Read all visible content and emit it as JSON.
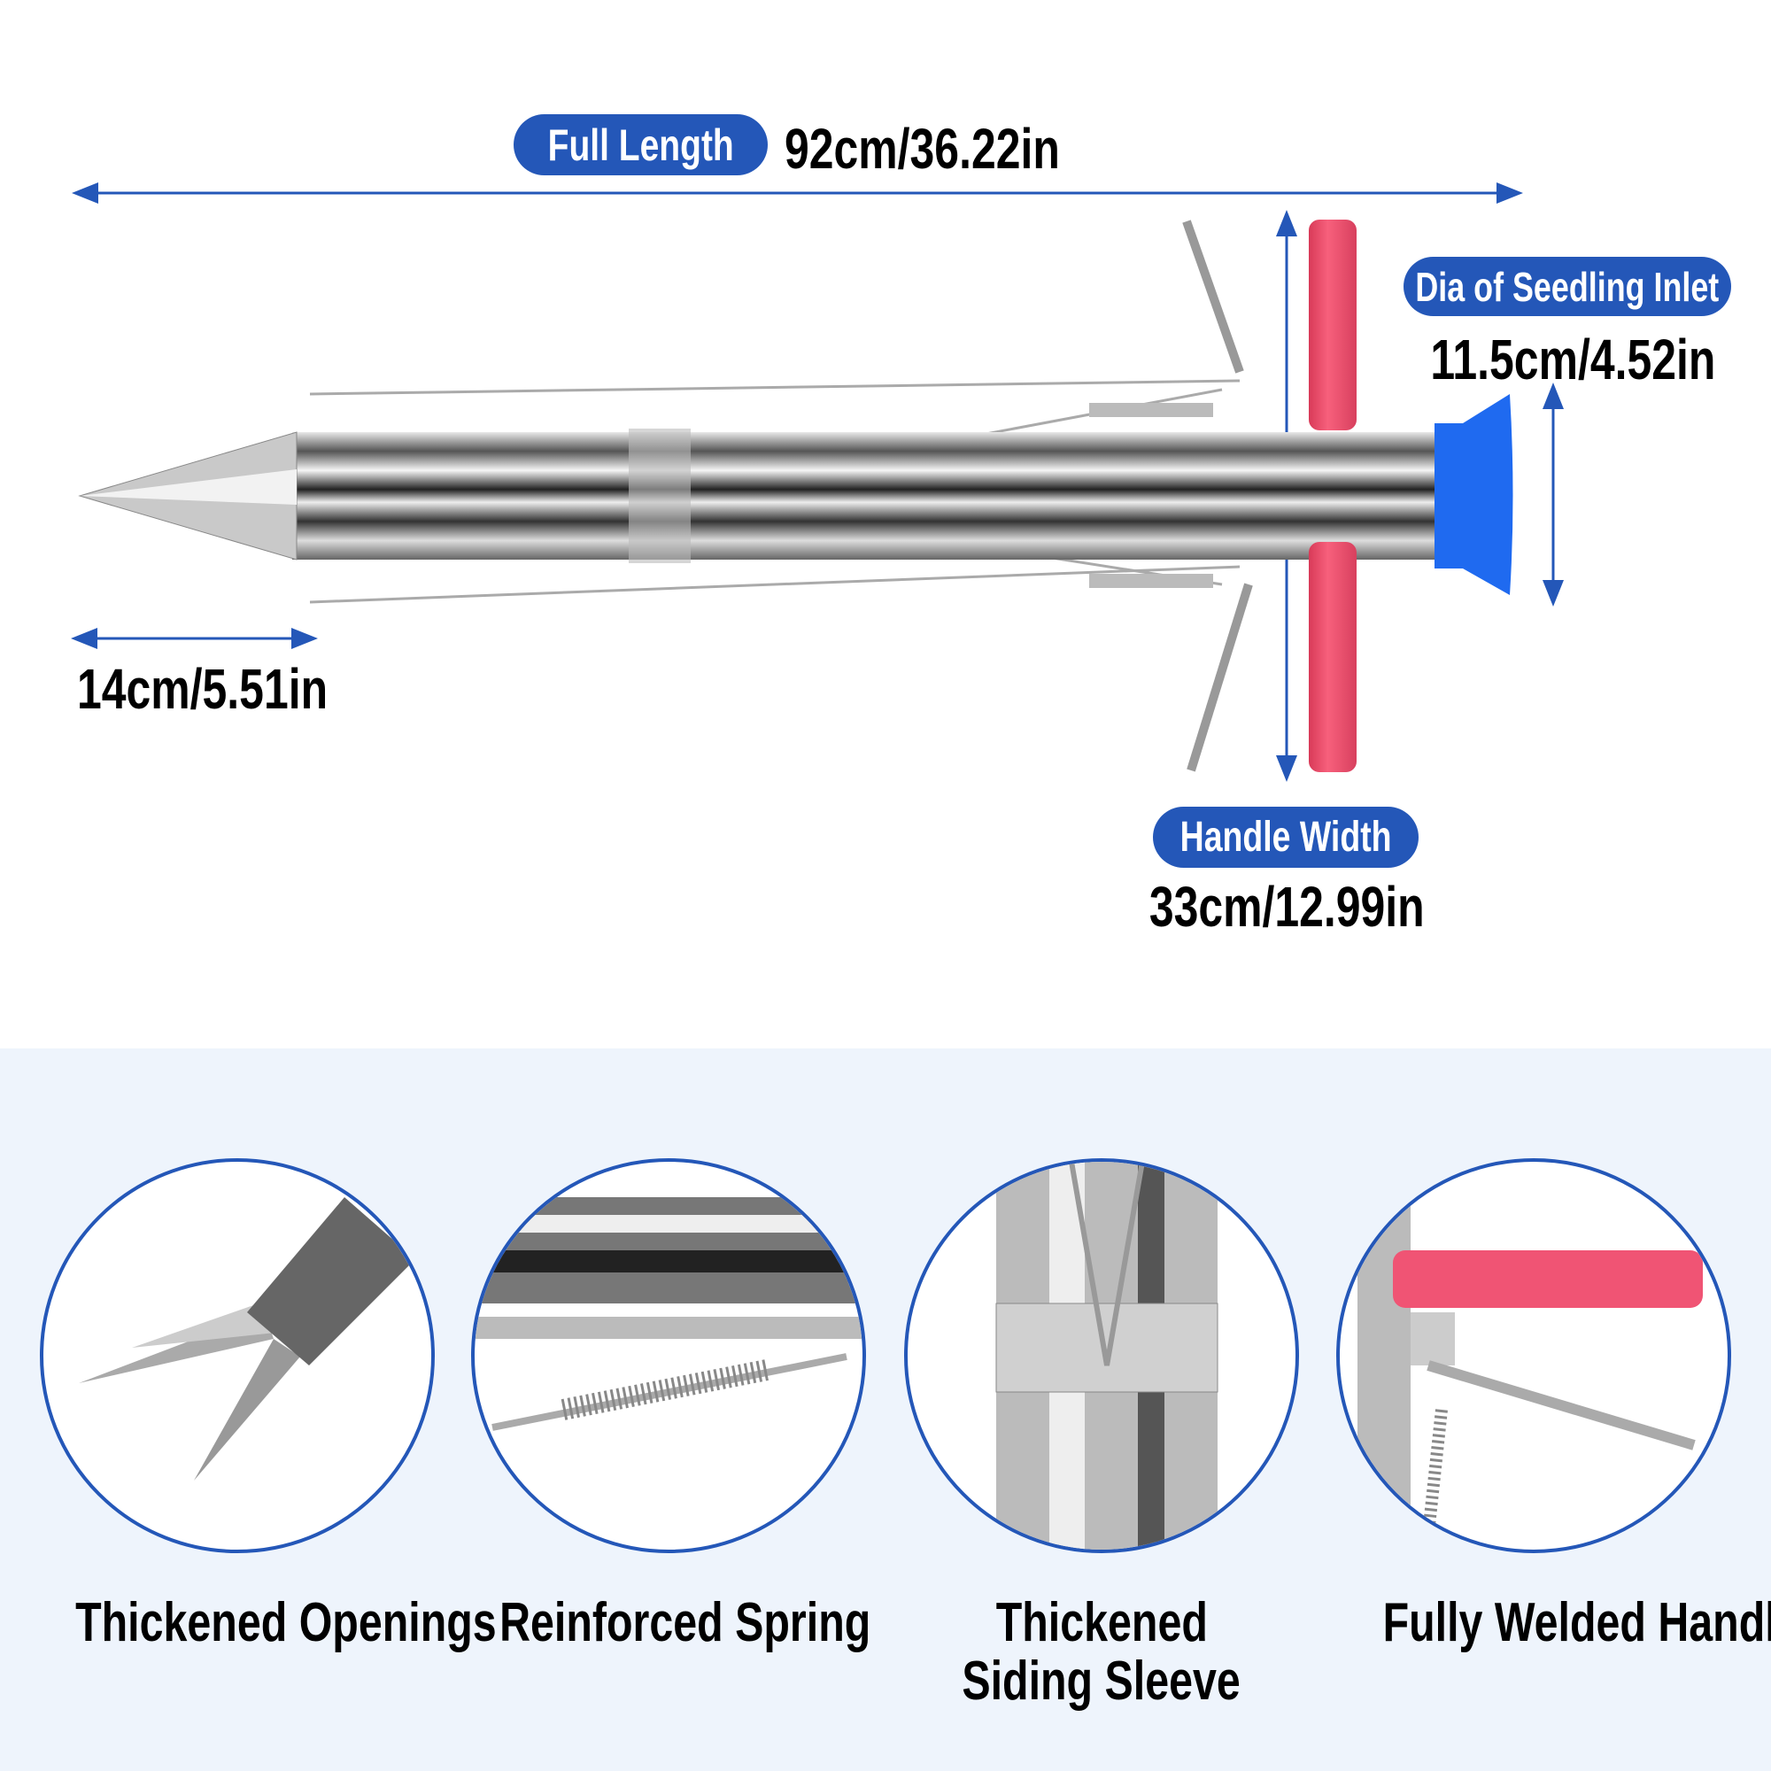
{
  "dimensions": {
    "full_length": {
      "label": "Full Length",
      "value": "92cm/36.22in"
    },
    "seedling_inlet": {
      "label": "Dia of Seedling Inlet",
      "value": "11.5cm/4.52in"
    },
    "tip": {
      "value": "14cm/5.51in"
    },
    "handle_width": {
      "label": "Handle Width",
      "value": "33cm/12.99in"
    }
  },
  "features": [
    {
      "line1": "Thickened Openings",
      "line2": ""
    },
    {
      "line1": "Reinforced Spring",
      "line2": ""
    },
    {
      "line1": "Thickened",
      "line2": "Siding Sleeve"
    },
    {
      "line1": "Fully Welded Handle",
      "line2": ""
    }
  ],
  "colors": {
    "accent": "#2457b8",
    "handle": "#f0506e",
    "cap": "#1f6af0",
    "band": "#eef4fc"
  }
}
